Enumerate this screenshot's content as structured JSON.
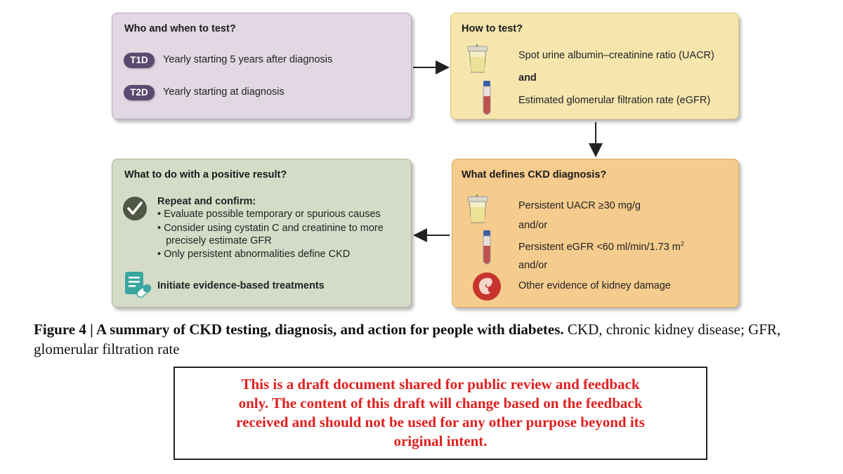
{
  "who_box": {
    "title": "Who and when to test?",
    "rows": [
      {
        "badge": "T1D",
        "text": "Yearly starting 5 years after diagnosis"
      },
      {
        "badge": "T2D",
        "text": "Yearly starting at diagnosis"
      }
    ]
  },
  "how_box": {
    "title": "How to test?",
    "line1": "Spot urine albumin–creatinine ratio (UACR)",
    "connector": "and",
    "line2": "Estimated glomerular filtration rate (eGFR)"
  },
  "define_box": {
    "title": "What defines CKD diagnosis?",
    "line1": "Persistent UACR ≥30 mg/g",
    "connector1": "and/or",
    "line2_prefix": "Persistent eGFR <60 ml/min/1.73 m",
    "line2_sup": "2",
    "connector2": "and/or",
    "line3": "Other evidence of kidney damage"
  },
  "action_box": {
    "title": "What to do with a positive result?",
    "repeat_heading": "Repeat and confirm:",
    "bullets": [
      "• Evaluate possible temporary or spurious causes",
      "• Consider using cystatin C and creatinine to more",
      "   precisely estimate GFR",
      "• Only persistent abnormalities define CKD"
    ],
    "treatment": "Initiate evidence-based treatments"
  },
  "caption": {
    "label": "Figure 4 | A summary of CKD testing, diagnosis, and action for people with diabetes.",
    "rest": " CKD, chronic kidney disease; GFR, glomerular filtration rate"
  },
  "draft_notice": [
    "This is a draft document shared for public review and feedback",
    "only. The content of this draft will change based on the feedback",
    "received and should not be used for any other purpose beyond its",
    "original intent."
  ],
  "colors": {
    "who_fill": "#e2d8e3",
    "how_fill": "#f6e6ae",
    "define_fill": "#f5cc8d",
    "action_fill": "#d4dcc8",
    "badge": "#5b4a6e",
    "draft_text": "#e02020"
  },
  "icons": [
    "urine-cup-icon",
    "blood-tube-icon",
    "checkmark-icon",
    "prescription-icon",
    "kidney-icon",
    "arrow-icon"
  ]
}
